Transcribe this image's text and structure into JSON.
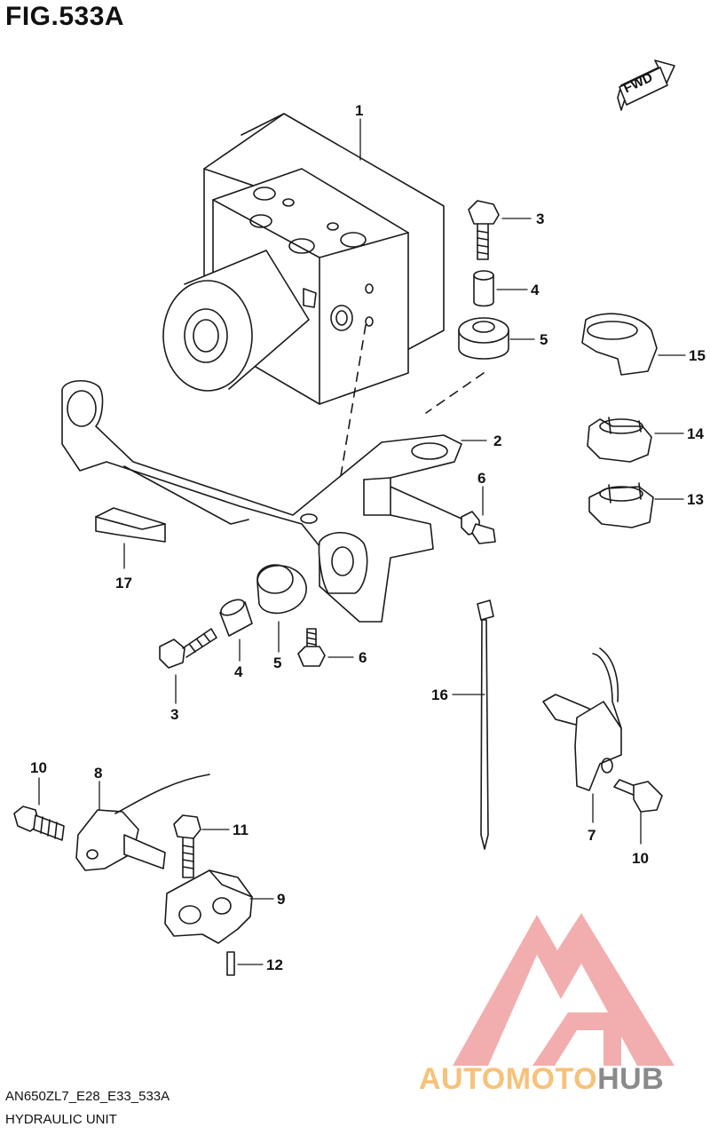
{
  "figure": {
    "title": "FIG.533A",
    "code": "AN650ZL7_E28_E33_533A",
    "name": "HYDRAULIC UNIT"
  },
  "fwd_label": "FWD",
  "callouts": [
    {
      "id": "c1",
      "label": "1"
    },
    {
      "id": "c2",
      "label": "2"
    },
    {
      "id": "c3a",
      "label": "3"
    },
    {
      "id": "c3b",
      "label": "3"
    },
    {
      "id": "c4a",
      "label": "4"
    },
    {
      "id": "c4b",
      "label": "4"
    },
    {
      "id": "c5a",
      "label": "5"
    },
    {
      "id": "c5b",
      "label": "5"
    },
    {
      "id": "c6a",
      "label": "6"
    },
    {
      "id": "c6b",
      "label": "6"
    },
    {
      "id": "c7",
      "label": "7"
    },
    {
      "id": "c8",
      "label": "8"
    },
    {
      "id": "c9",
      "label": "9"
    },
    {
      "id": "c10a",
      "label": "10"
    },
    {
      "id": "c10b",
      "label": "10"
    },
    {
      "id": "c11",
      "label": "11"
    },
    {
      "id": "c12",
      "label": "12"
    },
    {
      "id": "c13",
      "label": "13"
    },
    {
      "id": "c14",
      "label": "14"
    },
    {
      "id": "c15",
      "label": "15"
    },
    {
      "id": "c16",
      "label": "16"
    },
    {
      "id": "c17",
      "label": "17"
    }
  ],
  "watermark": {
    "part1": "AUTOMOTO",
    "part2": "HUB",
    "color1": "#f6c27a",
    "color2": "#8a8a8a",
    "logo_color": "#f0a0a0"
  },
  "colors": {
    "line": "#1a1a1a",
    "fill": "#ffffff"
  }
}
